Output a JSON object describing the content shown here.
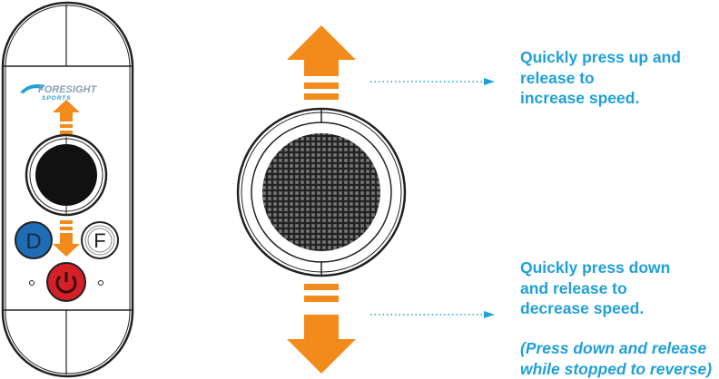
{
  "remote": {
    "logo_main": "FORESIGHT",
    "logo_sub": "SPORTS",
    "d_button": "D",
    "f_button": "F"
  },
  "colors": {
    "arrow": "#f28a1c",
    "text": "#1fa0d8",
    "d_button": "#1f6db5",
    "power_button": "#d42027"
  },
  "instructions": {
    "up": [
      "Quickly press up and",
      "release to",
      "increase speed."
    ],
    "down": [
      "Quickly press down",
      "and release to",
      "decrease speed."
    ],
    "note": [
      "(Press down and release",
      "while stopped to reverse)"
    ]
  }
}
